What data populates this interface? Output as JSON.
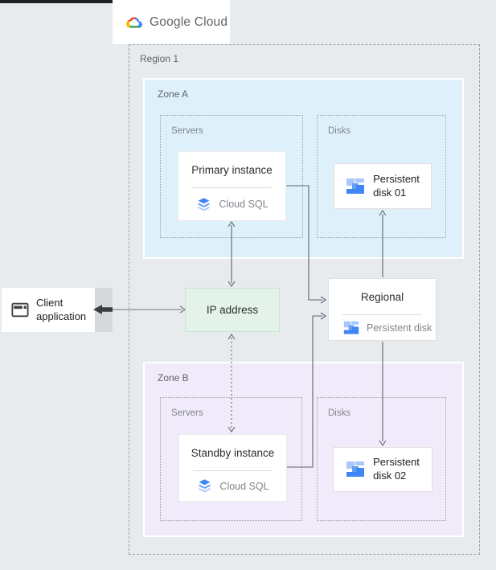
{
  "logo": {
    "brand": "Google Cloud"
  },
  "region": {
    "label": "Region 1"
  },
  "zones": [
    {
      "label": "Zone A",
      "servers_label": "Servers",
      "disks_label": "Disks",
      "instance": {
        "title": "Primary instance",
        "product": "Cloud SQL"
      },
      "disk": {
        "line1": "Persistent",
        "line2": "disk 01"
      }
    },
    {
      "label": "Zone B",
      "servers_label": "Servers",
      "disks_label": "Disks",
      "instance": {
        "title": "Standby instance",
        "product": "Cloud SQL"
      },
      "disk": {
        "line1": "Persistent",
        "line2": "disk 02"
      }
    }
  ],
  "ip_box": {
    "label": "IP address"
  },
  "regional_disk": {
    "title": "Regional",
    "subtitle": "Persistent disk"
  },
  "client": {
    "line1": "Client",
    "line2": "application"
  },
  "icons": {
    "google_cloud": "google-cloud-icon",
    "cloud_sql": "cloud-sql-icon",
    "persistent_disk": "persistent-disk-icon",
    "client_application": "client-app-window-icon"
  },
  "palette": {
    "page_bg": "#e8ebee",
    "top_bar": "#1f1f1f",
    "zone_a_bg": "#def1fb",
    "zone_b_bg": "#f1eafa",
    "ip_bg": "#e4f3e9",
    "line_gray": "#5f6368",
    "muted_text": "#80868b",
    "title_text": "#202124",
    "google_blue": "#4285F4",
    "google_red": "#EA4335",
    "google_yellow": "#FBBC05",
    "google_green": "#34A853",
    "icon_blue_light": "#A8C7FA",
    "icon_blue_mid": "#669DF6"
  }
}
